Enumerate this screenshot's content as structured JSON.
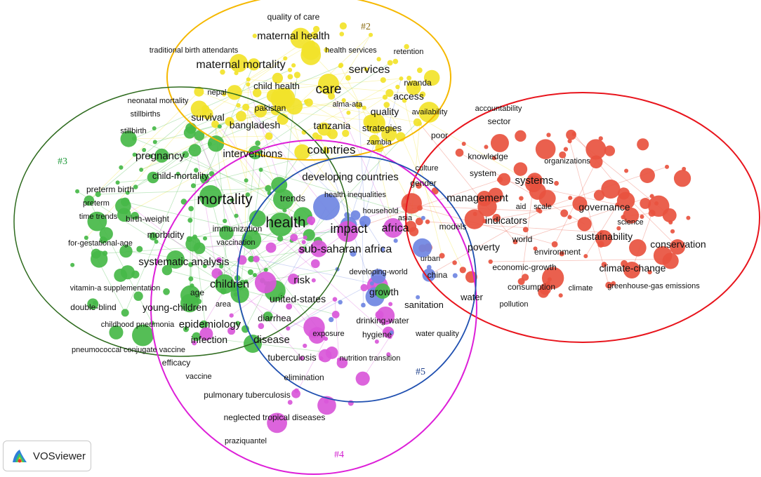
{
  "app": {
    "name": "VOSviewer"
  },
  "colors": {
    "red": "#e8533f",
    "yellow": "#f2e32a",
    "green": "#46b948",
    "blue": "#6f86e2",
    "magenta": "#d957d9",
    "circle_red": "#e8141c",
    "circle_yellow": "#f5b800",
    "circle_darkgreen": "#2e6b1e",
    "circle_magenta": "#dd1fd8",
    "circle_blue": "#1f4fb0"
  },
  "clusters": [
    {
      "id": "#2",
      "color": "#8a6a10"
    },
    {
      "id": "#3",
      "color": "#1f9a3a"
    },
    {
      "id": "#4",
      "color": "#d21fcf"
    },
    {
      "id": "#5",
      "color": "#1d3f8a"
    }
  ],
  "terms": {
    "yellow": [
      "quality of care",
      "maternal health",
      "traditional birth attendants",
      "health services",
      "retention",
      "maternal mortality",
      "services",
      "care",
      "child health",
      "nepal",
      "rwanda",
      "access",
      "alma-ata",
      "quality",
      "pakistan",
      "availability",
      "survival",
      "bangladesh",
      "tanzania",
      "strategies",
      "poor",
      "countries",
      "zambia",
      "interventions"
    ],
    "green": [
      "neonatal mortality",
      "stillbirths",
      "stillbirth",
      "pregnancy",
      "child-mortality",
      "preterm birth",
      "preterm",
      "time trends",
      "mortality",
      "birth-weight",
      "morbidity",
      "for-gestational-age",
      "immunization",
      "vaccination",
      "systematic analysis",
      "vitamin-a supplementation",
      "double-blind",
      "children",
      "age",
      "young-children",
      "childhood pneumonia",
      "epidemiology",
      "infection",
      "disease",
      "pneumococcal conjugate vaccine",
      "efficacy",
      "health",
      "trends",
      "risk"
    ],
    "red": [
      "accountability",
      "sector",
      "knowledge",
      "organizations",
      "system",
      "culture",
      "gender",
      "systems",
      "management",
      "aid",
      "scale",
      "governance",
      "indicators",
      "science",
      "sustainability",
      "conservation",
      "world",
      "environment",
      "poverty",
      "urban",
      "china",
      "economic-growth",
      "consumption",
      "climate-change",
      "climate",
      "greenhouse-gas emissions",
      "pollution"
    ],
    "blue": [
      "developing countries",
      "health inequalities",
      "household",
      "asia",
      "models",
      "sanitation",
      "water",
      "drinking-water",
      "hygiene",
      "water quality",
      "nutrition transition"
    ],
    "magenta": [
      "impact",
      "africa",
      "sub-saharan africa",
      "developing-world",
      "growth",
      "united-states",
      "diarrhea",
      "area",
      "exposure",
      "tuberculosis",
      "vaccine",
      "elimination",
      "pulmonary tuberculosis",
      "neglected tropical diseases",
      "praziquantel"
    ]
  }
}
